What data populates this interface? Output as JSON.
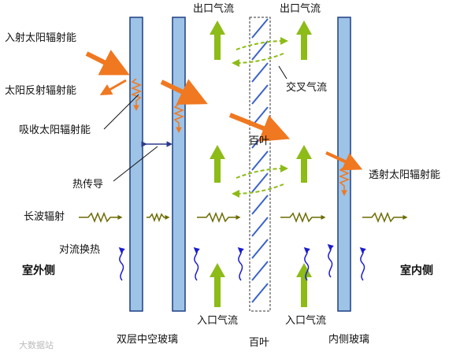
{
  "labels": {
    "outlet_left": "出口气流",
    "outlet_right": "出口气流",
    "incident_solar": "入射太阳辐射能",
    "reflected_solar": "太阳反射辐射能",
    "absorbed_solar": "吸收太阳辐射能",
    "cross_flow": "交叉气流",
    "blinds": "百叶",
    "transmitted_solar": "透射太阳辐射能",
    "heat_conduction": "热传导",
    "longwave": "长波辐射",
    "convection": "对流换热",
    "outdoor": "室外侧",
    "indoor": "室内侧",
    "inlet_left": "入口气流",
    "inlet_right": "入口气流",
    "double_glazing": "双层中空玻璃",
    "inner_glass": "内侧玻璃",
    "watermark": "大数据站"
  },
  "colors": {
    "glass_fill": "#9dc3e6",
    "glass_stroke": "#1f3f86",
    "solar_arrow": "#f07820",
    "airflow_arrow": "#8dbb17",
    "heat_arrow": "#2e3a8c",
    "longwave_wave": "#6b6b00",
    "convection_wave": "#1b1bd0",
    "blind_slat": "#3a62c8"
  },
  "icons": [
    "solar-ray-arrow",
    "airflow-arrow",
    "heat-wave-icon",
    "convection-wave-icon",
    "blind-slat"
  ]
}
